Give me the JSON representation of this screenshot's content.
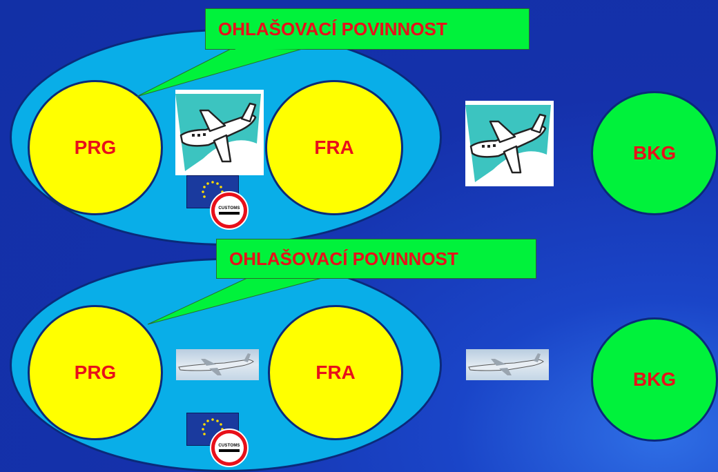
{
  "sections": [
    {
      "callout": "OHLAŠOVACÍ POVINNOST",
      "origin": "PRG",
      "hub": "FRA",
      "destination": "BKG",
      "customs": "CUSTOMS"
    },
    {
      "callout": "OHLAŠOVACÍ POVINNOST",
      "origin": "PRG",
      "hub": "FRA",
      "destination": "BKG",
      "customs": "CUSTOMS"
    }
  ],
  "colors": {
    "background": "#1531ab",
    "zone": "#09aee8",
    "eu_airport": "#ffff00",
    "non_eu_airport": "#00f23b",
    "callout": "#00f23b",
    "label_text": "#e8101a"
  },
  "icons": [
    "airplane-card-icon",
    "airplane-photo-icon",
    "eu-flag-icon",
    "customs-sign-icon"
  ]
}
